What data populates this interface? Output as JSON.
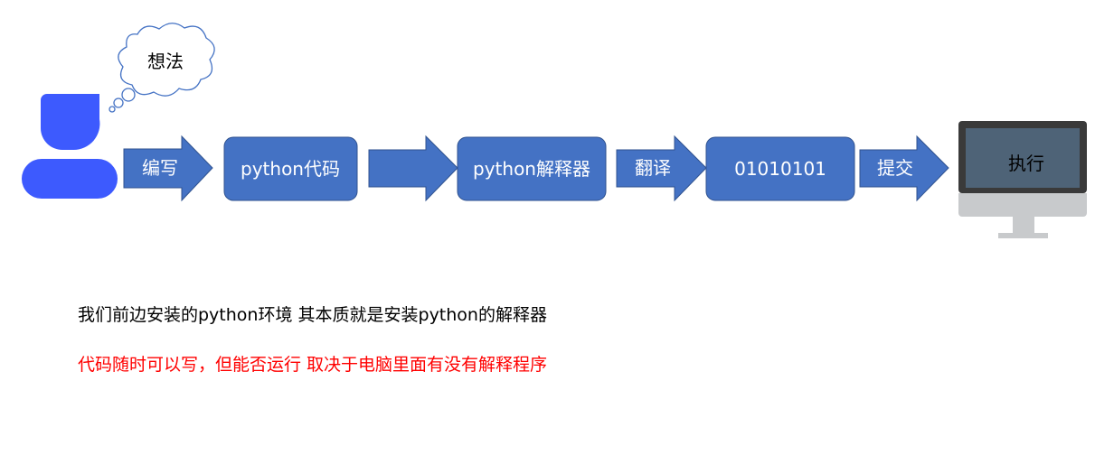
{
  "colors": {
    "accent_blue": "#4472c4",
    "person_blue": "#3d5afe",
    "monitor_frame": "#3a3a3a",
    "monitor_screen": "#4e6377",
    "monitor_stand": "#c8cacc",
    "highlight_red": "#ff0000"
  },
  "thought": {
    "label": "想法",
    "icon": "thought-cloud-icon"
  },
  "person": {
    "icon": "user-icon"
  },
  "flow": {
    "arrow_write": "编写",
    "box_code": "python代码",
    "box_interpreter": "python解释器",
    "arrow_translate": "翻译",
    "box_binary": "01010101",
    "arrow_submit": "提交",
    "monitor_label": "执行"
  },
  "notes": {
    "line1": "我们前边安装的python环境 其本质就是安装python的解释器",
    "line2": "代码随时可以写，但能否运行 取决于电脑里面有没有解释程序"
  }
}
